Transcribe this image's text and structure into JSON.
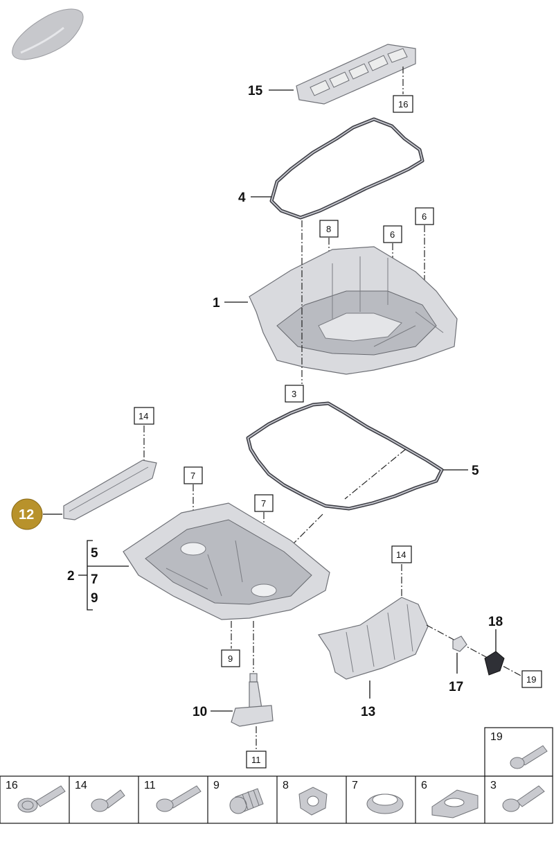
{
  "callouts": {
    "p15": "15",
    "p16": "16",
    "p4": "4",
    "p8": "8",
    "p6a": "6",
    "p6b": "6",
    "p1": "1",
    "p3": "3",
    "p14a": "14",
    "p5a": "5",
    "p12": "12",
    "p7a": "7",
    "p7b": "7",
    "p2": "2",
    "p2_5": "5",
    "p2_7": "7",
    "p2_9": "9",
    "p14b": "14",
    "p18": "18",
    "p9": "9",
    "p17": "17",
    "p19": "19",
    "p10": "10",
    "p13": "13",
    "p11": "11"
  },
  "parts_tray": [
    {
      "label": "16",
      "icon": "bolt-flange-icon"
    },
    {
      "label": "14",
      "icon": "bolt-short-icon"
    },
    {
      "label": "11",
      "icon": "bolt-long-icon"
    },
    {
      "label": "9",
      "icon": "drain-plug-icon"
    },
    {
      "label": "8",
      "icon": "washer-icon"
    },
    {
      "label": "7",
      "icon": "seal-ring-icon"
    },
    {
      "label": "6",
      "icon": "clip-icon"
    },
    {
      "label": "3",
      "icon": "bolt-icon"
    }
  ],
  "tray_extra": {
    "label": "19",
    "icon": "bolt-icon"
  },
  "colors": {
    "highlight": "#b8922b",
    "part_fill": "#d9dade",
    "gasket": "#3e3f46"
  }
}
